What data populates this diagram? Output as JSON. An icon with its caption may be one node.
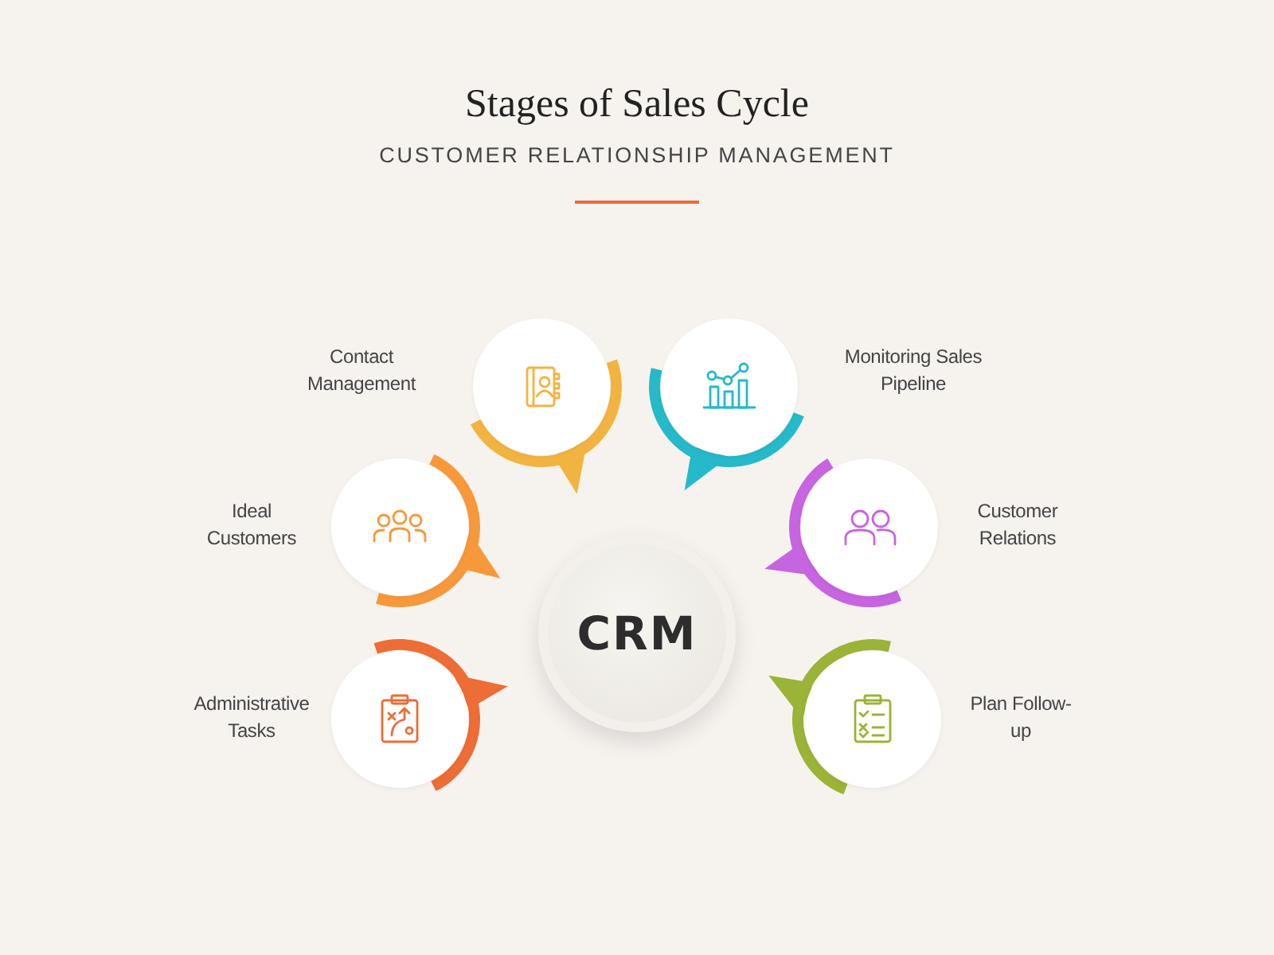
{
  "diagram": {
    "title": "Stages of Sales Cycle",
    "nodes": [
      {
        "text": [
          "CRM"
        ]
      },
      {
        "text": [],
        "shape": "circle",
        "beside": [
          "Contact Management"
        ]
      },
      {
        "text": [],
        "shape": "circle",
        "beside": [
          "Monitoring Sales Pipeline"
        ]
      },
      {
        "text": [],
        "shape": "circle",
        "beside": [
          "Ideal Customers"
        ]
      },
      {
        "text": [],
        "shape": "circle",
        "beside": [
          "Customer Relations"
        ]
      },
      {
        "text": [],
        "shape": "circle",
        "beside": [
          "Administrative Tasks"
        ]
      },
      {
        "text": [],
        "shape": "circle",
        "beside": [
          "Plan Follow-up"
        ]
      }
    ],
    "labels": [
      "CUSTOMER RELATIONSHIP MANAGEMENT"
    ]
  }
}
